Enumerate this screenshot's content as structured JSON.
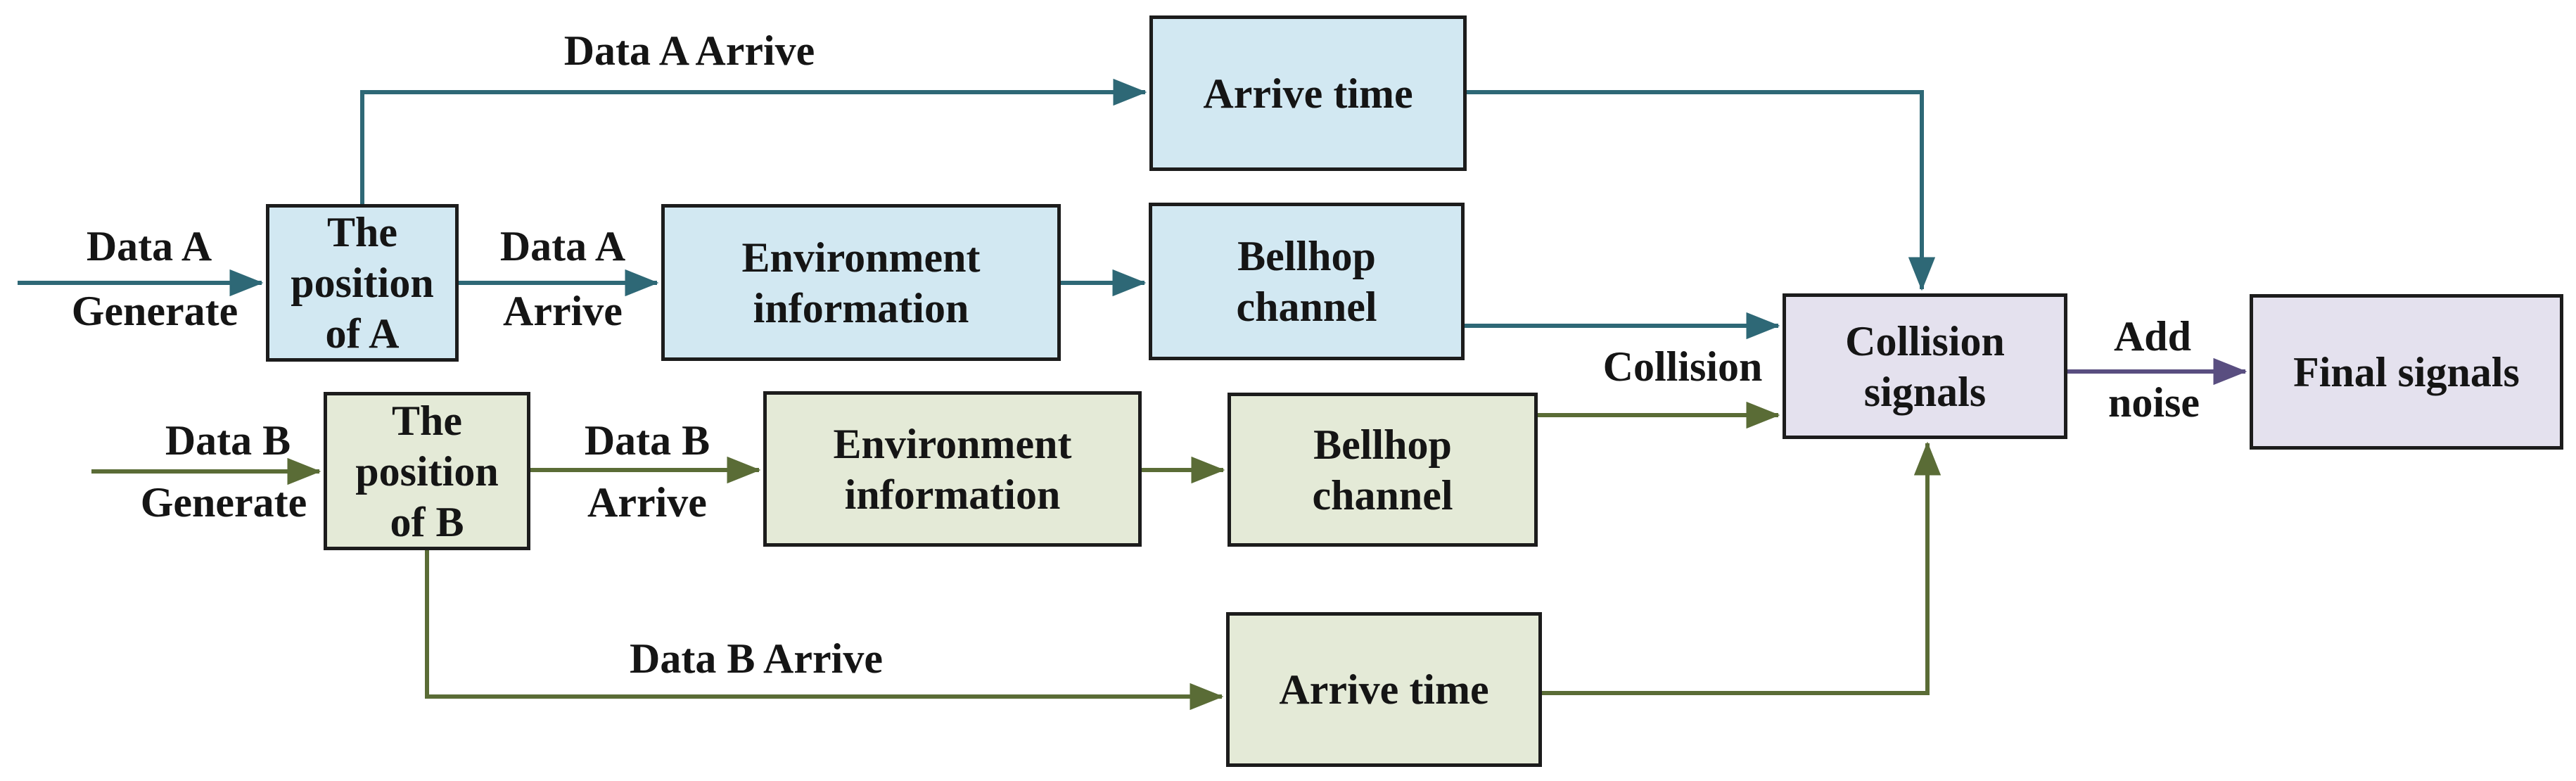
{
  "diagram": {
    "description": "Signal simulation flow diagram with Data A path, Data B path, collision and noise stages"
  },
  "nodes": {
    "position_a": {
      "label": "The position of A"
    },
    "env_a": {
      "label": "Environment information"
    },
    "bellhop_a": {
      "label": "Bellhop channel"
    },
    "arrive_a": {
      "label": "Arrive time"
    },
    "position_b": {
      "label": "The position of B"
    },
    "env_b": {
      "label": "Environment information"
    },
    "bellhop_b": {
      "label": "Bellhop channel"
    },
    "arrive_b": {
      "label": "Arrive time"
    },
    "collision": {
      "label": "Collision signals"
    },
    "final": {
      "label": "Final signals"
    }
  },
  "edge_labels": {
    "data_a_generate": {
      "line1": "Data A",
      "line2": "Generate"
    },
    "data_a_arrive_mid": {
      "line1": "Data A",
      "line2": "Arrive"
    },
    "data_a_arrive_top": {
      "text": "Data A Arrive"
    },
    "data_b_generate": {
      "line1": "Data B",
      "line2": "Generate"
    },
    "data_b_arrive_mid": {
      "line1": "Data B",
      "line2": "Arrive"
    },
    "data_b_arrive_bottom": {
      "text": "Data B Arrive"
    },
    "collision": {
      "text": "Collision"
    },
    "add_noise": {
      "line1": "Add",
      "line2": "noise"
    }
  },
  "colors": {
    "path_a": "#2e6876",
    "path_b": "#5a6c36",
    "noise": "#594e80",
    "fill_a": "#d2e8f2",
    "fill_b": "#e4ead7",
    "fill_signal": "#e4e1ee",
    "border_c": "#1c1c1c",
    "text_c": "#151515",
    "bg": "#ffffff"
  }
}
